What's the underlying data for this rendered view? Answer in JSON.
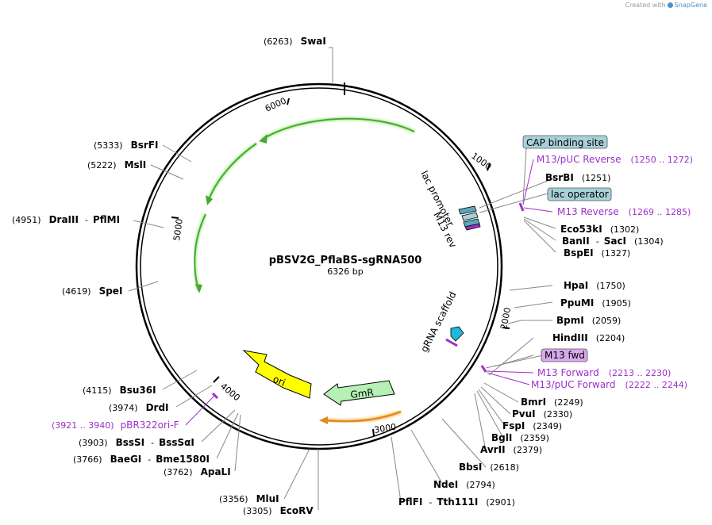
{
  "credit": {
    "prefix": "Created with",
    "brand": "SnapGene"
  },
  "plasmid": {
    "name": "pBSV2G_PflaBS-sgRNA500",
    "length_label": "6326 bp"
  },
  "ticks": [
    {
      "label": "1000"
    },
    {
      "label": "2000"
    },
    {
      "label": "3000"
    },
    {
      "label": "4000"
    },
    {
      "label": "5000"
    },
    {
      "label": "6000"
    }
  ],
  "features": [
    {
      "label": "ori"
    },
    {
      "label": "GmR"
    },
    {
      "label": "lac promoter"
    },
    {
      "label": "M13 rev"
    },
    {
      "label": "gRNA scaffold"
    }
  ],
  "sites": [
    {
      "name": "SwaI",
      "pos": "(6263)"
    },
    {
      "name": "BsrFI",
      "pos": "(5333)"
    },
    {
      "name": "MslI",
      "pos": "(5222)"
    },
    {
      "name": "DraIII",
      "name2": "PflMI",
      "pos": "(4951)"
    },
    {
      "name": "SpeI",
      "pos": "(4619)"
    },
    {
      "name": "Bsu36I",
      "pos": "(4115)"
    },
    {
      "name": "DrdI",
      "pos": "(3974)"
    },
    {
      "name": "BssSI",
      "name2": "BssSαI",
      "pos": "(3903)"
    },
    {
      "name": "BaeGI",
      "name2": "Bme1580I",
      "pos": "(3766)"
    },
    {
      "name": "ApaLI",
      "pos": "(3762)"
    },
    {
      "name": "MluI",
      "pos": "(3356)"
    },
    {
      "name": "EcoRV",
      "pos": "(3305)"
    },
    {
      "name": "PflFI",
      "name2": "Tth111I",
      "pos": "(2901)"
    },
    {
      "name": "NdeI",
      "pos": "(2794)"
    },
    {
      "name": "BbsI",
      "pos": "(2618)"
    },
    {
      "name": "AvrII",
      "pos": "(2379)"
    },
    {
      "name": "BglI",
      "pos": "(2359)"
    },
    {
      "name": "FspI",
      "pos": "(2349)"
    },
    {
      "name": "PvuI",
      "pos": "(2330)"
    },
    {
      "name": "BmrI",
      "pos": "(2249)"
    },
    {
      "name": "HindIII",
      "pos": "(2204)"
    },
    {
      "name": "BpmI",
      "pos": "(2059)"
    },
    {
      "name": "PpuMI",
      "pos": "(1905)"
    },
    {
      "name": "HpaI",
      "pos": "(1750)"
    },
    {
      "name": "BspEI",
      "pos": "(1327)"
    },
    {
      "name": "BanII",
      "name2": "SacI",
      "pos": "(1304)"
    },
    {
      "name": "Eco53kI",
      "pos": "(1302)"
    },
    {
      "name": "BsrBI",
      "pos": "(1251)"
    }
  ],
  "primers": [
    {
      "name": "M13/pUC Reverse",
      "pos": "(1250 .. 1272)"
    },
    {
      "name": "M13 Reverse",
      "pos": "(1269 .. 1285)"
    },
    {
      "name": "M13 Forward",
      "pos": "(2213 .. 2230)"
    },
    {
      "name": "M13/pUC Forward",
      "pos": "(2222 .. 2244)"
    },
    {
      "name": "pBR322ori-F",
      "pos": "(3921 .. 3940)"
    }
  ],
  "boxes": [
    {
      "label": "CAP binding site",
      "color": "#a8d0d8"
    },
    {
      "label": "lac operator",
      "color": "#a8d0d8"
    },
    {
      "label": "M13 fwd",
      "color": "#d9a8ee"
    }
  ],
  "colors": {
    "ori": "#ffff00",
    "GmR": "#b5f0b5",
    "green_arc": "#4aa832",
    "orange_arc": "#e08a1e",
    "primer": "#9b30c8",
    "gRNA": "#1eb8d8"
  },
  "sep": "-"
}
